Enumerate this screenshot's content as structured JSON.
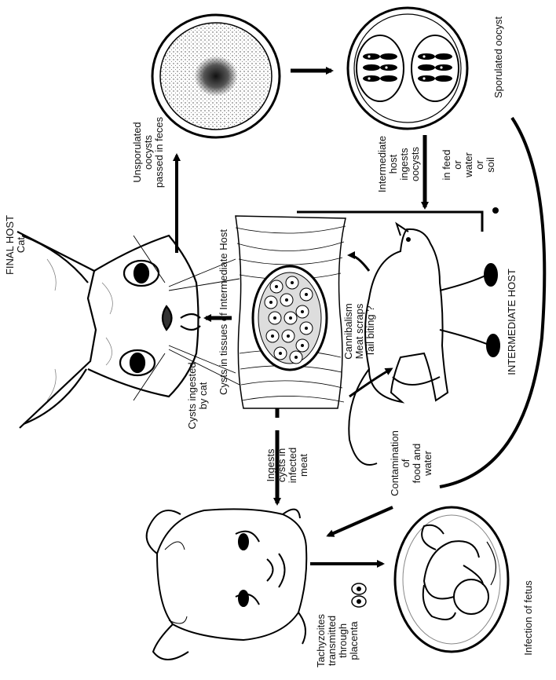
{
  "diagram": {
    "labels": {
      "final_host": [
        "FINAL HOST",
        "Cat"
      ],
      "unsporulated": [
        "Unsporulated",
        "oocysts",
        "passed in feces"
      ],
      "sporulated": [
        "Sporulated oocyst"
      ],
      "intermediate_ingests": [
        "Intermediate",
        "host",
        "ingests",
        "oocysts"
      ],
      "feed_water_soil": [
        "in feed",
        "or",
        "water",
        "or",
        "soil"
      ],
      "cysts_ingested": [
        "Cysts ingested",
        "by cat"
      ],
      "cysts_in_tissues": [
        "Cysts in tissues of Intermediate Host"
      ],
      "cannibalism": [
        "Cannibalism",
        "Meat scraps",
        "Tail biting ?"
      ],
      "intermediate_host": [
        "INTERMEDIATE HOST"
      ],
      "ingests_cysts": [
        "Ingests",
        "cysts in",
        "infected",
        "meat"
      ],
      "contamination": [
        "Contamination",
        "of",
        "food and",
        "water"
      ],
      "tachyzoites": [
        "Tachyzoites",
        "transmitted",
        "through",
        "placenta"
      ],
      "infection_fetus": [
        "Infection of fetus"
      ]
    }
  }
}
